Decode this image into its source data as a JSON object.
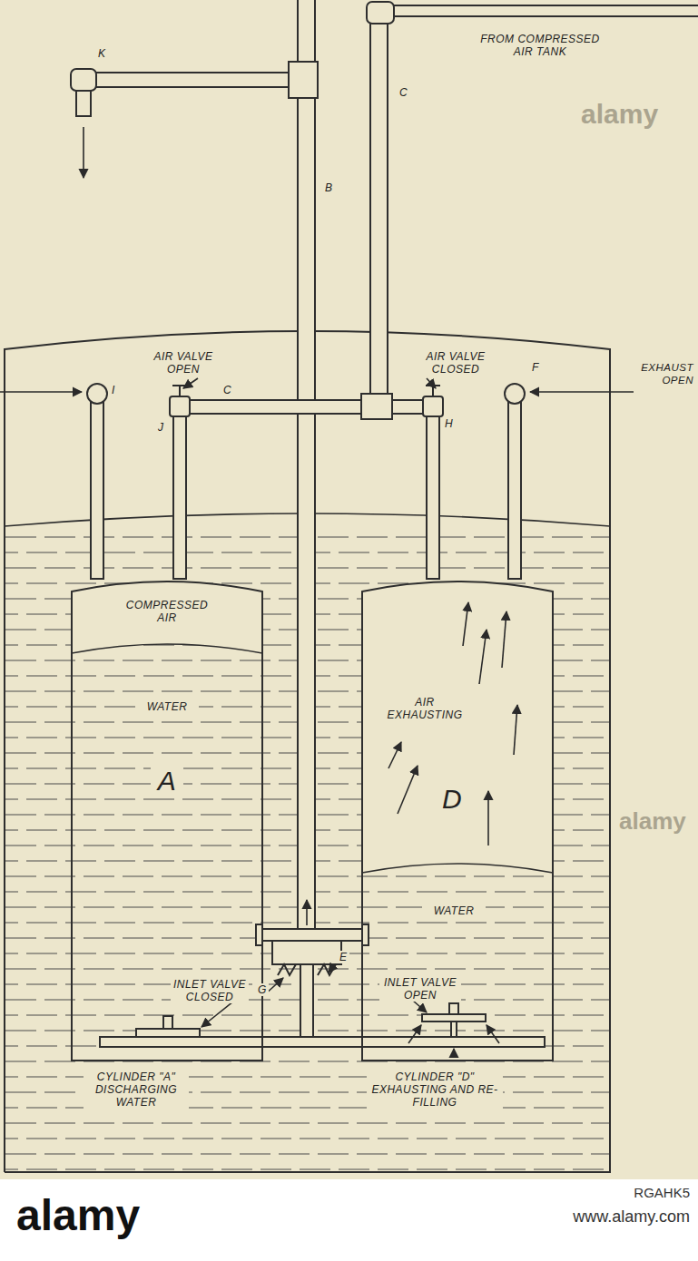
{
  "diagram": {
    "nodes": [
      {
        "text": [
          "COMPRESSED AIR",
          "WATER",
          "A"
        ]
      },
      {
        "text": [
          "AIR EXHAUSTING",
          "D",
          "WATER"
        ]
      }
    ],
    "labels": [
      "FROM COMPRESSED AIR TANK",
      "K",
      "C",
      "B",
      "AIR VALVE OPEN",
      "I",
      "J",
      "C",
      "AIR VALVE CLOSED",
      "F",
      "H",
      "EXHAUST OPEN",
      "INLET VALVE CLOSED",
      "G",
      "E",
      "INLET VALVE OPEN",
      "CYLINDER \"A\" DISCHARGING WATER",
      "CYLINDER \"D\" EXHAUSTING AND RE-FILLING",
      "alamy",
      "alamy",
      "alamy",
      "RGAHK5",
      "www.alamy.com"
    ]
  }
}
